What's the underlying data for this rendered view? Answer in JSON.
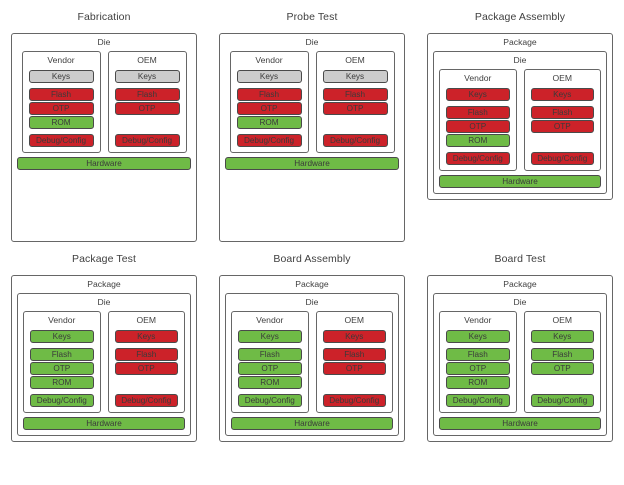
{
  "diagram": {
    "labels": {
      "package": "Package",
      "die": "Die",
      "vendor": "Vendor",
      "oem": "OEM",
      "hardware": "Hardware",
      "keys": "Keys",
      "flash": "Flash",
      "otp": "OTP",
      "rom": "ROM",
      "debug_config": "Debug/Config"
    },
    "colors": {
      "green": "#6FBB46",
      "red": "#CC2229",
      "gray": "#CCCCCC",
      "border": "#4a4a4a",
      "frame_border": "#666666",
      "text": "#3a3a3a",
      "background": "#ffffff"
    },
    "panels": [
      {
        "title": "Fabrication",
        "has_package": false,
        "vendor": {
          "keys": {
            "label": "Keys",
            "state": "gray"
          },
          "flash": {
            "label": "Flash",
            "state": "red"
          },
          "otp": {
            "label": "OTP",
            "state": "red"
          },
          "rom": {
            "label": "ROM",
            "state": "green"
          },
          "debug_config": {
            "label": "Debug/Config",
            "state": "red"
          }
        },
        "oem": {
          "keys": {
            "label": "Keys",
            "state": "gray"
          },
          "flash": {
            "label": "Flash",
            "state": "red"
          },
          "otp": {
            "label": "OTP",
            "state": "red"
          },
          "rom": null,
          "debug_config": {
            "label": "Debug/Config",
            "state": "red"
          }
        },
        "hardware": {
          "label": "Hardware",
          "state": "green"
        }
      },
      {
        "title": "Probe Test",
        "has_package": false,
        "vendor": {
          "keys": {
            "label": "Keys",
            "state": "gray"
          },
          "flash": {
            "label": "Flash",
            "state": "red"
          },
          "otp": {
            "label": "OTP",
            "state": "red"
          },
          "rom": {
            "label": "ROM",
            "state": "green"
          },
          "debug_config": {
            "label": "Debug/Config",
            "state": "red"
          }
        },
        "oem": {
          "keys": {
            "label": "Keys",
            "state": "gray"
          },
          "flash": {
            "label": "Flash",
            "state": "red"
          },
          "otp": {
            "label": "OTP",
            "state": "red"
          },
          "rom": null,
          "debug_config": {
            "label": "Debug/Config",
            "state": "red"
          }
        },
        "hardware": {
          "label": "Hardware",
          "state": "green"
        }
      },
      {
        "title": "Package Assembly",
        "has_package": true,
        "vendor": {
          "keys": {
            "label": "Keys",
            "state": "red"
          },
          "flash": {
            "label": "Flash",
            "state": "red"
          },
          "otp": {
            "label": "OTP",
            "state": "red"
          },
          "rom": {
            "label": "ROM",
            "state": "green"
          },
          "debug_config": {
            "label": "Debug/Config",
            "state": "red"
          }
        },
        "oem": {
          "keys": {
            "label": "Keys",
            "state": "red"
          },
          "flash": {
            "label": "Flash",
            "state": "red"
          },
          "otp": {
            "label": "OTP",
            "state": "red"
          },
          "rom": null,
          "debug_config": {
            "label": "Debug/Config",
            "state": "red"
          }
        },
        "hardware": {
          "label": "Hardware",
          "state": "green"
        }
      },
      {
        "title": "Package Test",
        "has_package": true,
        "vendor": {
          "keys": {
            "label": "Keys",
            "state": "green"
          },
          "flash": {
            "label": "Flash",
            "state": "green"
          },
          "otp": {
            "label": "OTP",
            "state": "green"
          },
          "rom": {
            "label": "ROM",
            "state": "green"
          },
          "debug_config": {
            "label": "Debug/Config",
            "state": "green"
          }
        },
        "oem": {
          "keys": {
            "label": "Keys",
            "state": "red"
          },
          "flash": {
            "label": "Flash",
            "state": "red"
          },
          "otp": {
            "label": "OTP",
            "state": "red"
          },
          "rom": null,
          "debug_config": {
            "label": "Debug/Config",
            "state": "red"
          }
        },
        "hardware": {
          "label": "Hardware",
          "state": "green"
        }
      },
      {
        "title": "Board Assembly",
        "has_package": true,
        "vendor": {
          "keys": {
            "label": "Keys",
            "state": "green"
          },
          "flash": {
            "label": "Flash",
            "state": "green"
          },
          "otp": {
            "label": "OTP",
            "state": "green"
          },
          "rom": {
            "label": "ROM",
            "state": "green"
          },
          "debug_config": {
            "label": "Debug/Config",
            "state": "green"
          }
        },
        "oem": {
          "keys": {
            "label": "Keys",
            "state": "red"
          },
          "flash": {
            "label": "Flash",
            "state": "red"
          },
          "otp": {
            "label": "OTP",
            "state": "red"
          },
          "rom": null,
          "debug_config": {
            "label": "Debug/Config",
            "state": "red"
          }
        },
        "hardware": {
          "label": "Hardware",
          "state": "green"
        }
      },
      {
        "title": "Board Test",
        "has_package": true,
        "vendor": {
          "keys": {
            "label": "Keys",
            "state": "green"
          },
          "flash": {
            "label": "Flash",
            "state": "green"
          },
          "otp": {
            "label": "OTP",
            "state": "green"
          },
          "rom": {
            "label": "ROM",
            "state": "green"
          },
          "debug_config": {
            "label": "Debug/Config",
            "state": "green"
          }
        },
        "oem": {
          "keys": {
            "label": "Keys",
            "state": "green"
          },
          "flash": {
            "label": "Flash",
            "state": "green"
          },
          "otp": {
            "label": "OTP",
            "state": "green"
          },
          "rom": null,
          "debug_config": {
            "label": "Debug/Config",
            "state": "green"
          }
        },
        "hardware": {
          "label": "Hardware",
          "state": "green"
        }
      }
    ]
  }
}
